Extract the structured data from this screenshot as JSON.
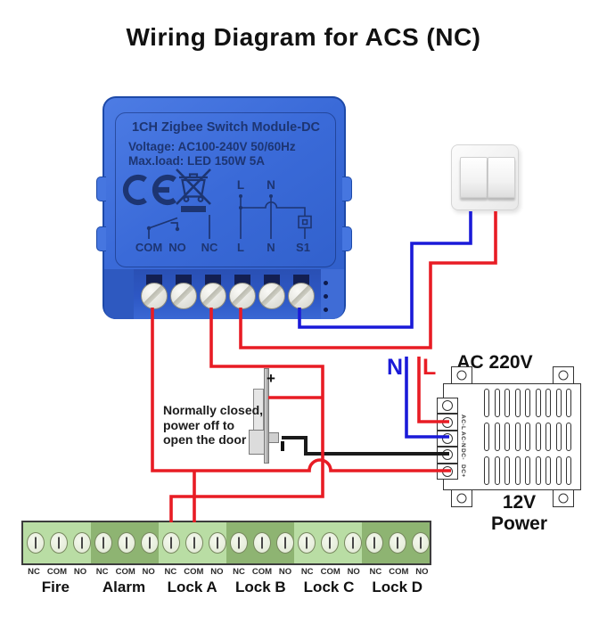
{
  "title": "Wiring Diagram for ACS (NC)",
  "module": {
    "name_line": "1CH Zigbee Switch Module-DC",
    "voltage_line": "Voltage: AC100-240V 50/60Hz",
    "load_line": "Max.load: LED 150W 5A",
    "terminal_labels": [
      "COM",
      "NO",
      "NC",
      "L",
      "N",
      "S1"
    ],
    "schematic": {
      "l": "L",
      "n": "N"
    }
  },
  "note": {
    "line1": "Normally closed,",
    "line2": "power off to",
    "line3": "open the door"
  },
  "lock": {
    "plus": "+"
  },
  "mains": {
    "n": "N",
    "l": "L"
  },
  "psu": {
    "input_label": "AC 220V",
    "output_line1": "12V",
    "output_line2": "Power",
    "terminal_labels": [
      "AC-L",
      "AC-N",
      "DC-",
      "DC+"
    ]
  },
  "acs_strip": {
    "sections": [
      {
        "name": "Fire",
        "t": [
          "NC",
          "COM",
          "NO"
        ]
      },
      {
        "name": "Alarm",
        "t": [
          "NC",
          "COM",
          "NO"
        ]
      },
      {
        "name": "Lock A",
        "t": [
          "NC",
          "COM",
          "NO"
        ]
      },
      {
        "name": "Lock B",
        "t": [
          "NC",
          "COM",
          "NO"
        ]
      },
      {
        "name": "Lock C",
        "t": [
          "NC",
          "COM",
          "NO"
        ]
      },
      {
        "name": "Lock D",
        "t": [
          "NC",
          "COM",
          "NO"
        ]
      }
    ]
  },
  "colors": {
    "wire_red": "#e81c24",
    "wire_blue": "#1a1ad8",
    "wire_black": "#1a1a1a",
    "module_text": "#1d3572",
    "strip_light": "#b9dda4",
    "strip_dark": "#8eb472"
  }
}
